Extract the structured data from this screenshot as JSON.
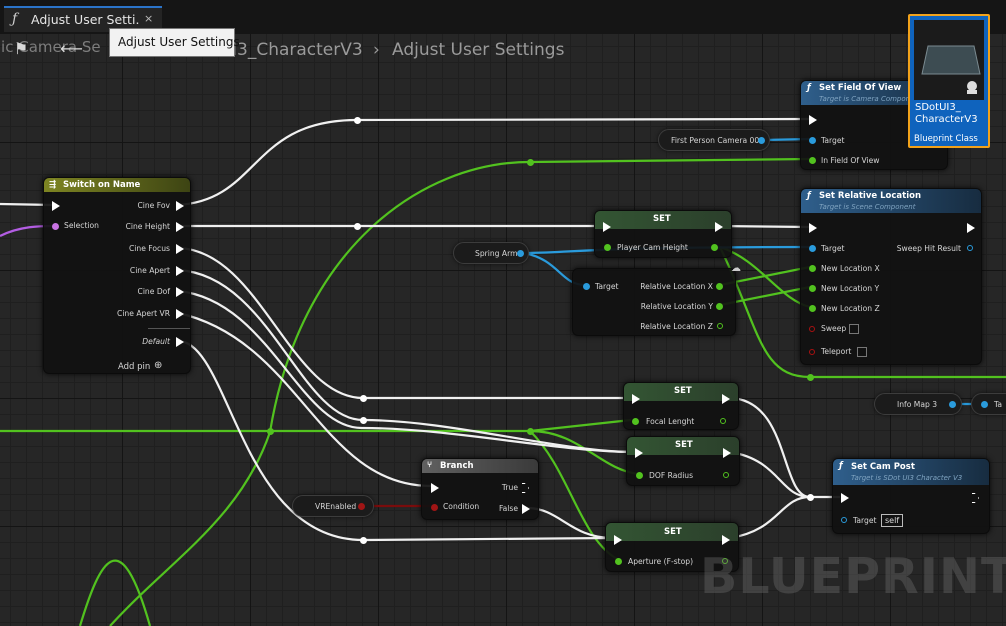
{
  "tab": {
    "icon": "function-icon",
    "title": "Adjust User Setti…",
    "close": "×"
  },
  "tooltip": "Adjust User Settings",
  "breadcrumb": {
    "partial": ":ic Camera Se",
    "class": "I3_CharacterV3",
    "sep": "›",
    "graph": "Adjust User Settings"
  },
  "asset": {
    "name": "SDotUI3_ CharacterV3",
    "type": "Blueprint Class"
  },
  "watermark": "BLUEPRINT",
  "nodes": {
    "switch": {
      "title": "Switch on Name",
      "selection": "Selection",
      "outputs": [
        "Cine Fov",
        "Cine Height",
        "Cine Focus",
        "Cine Apert",
        "Cine Dof",
        "Cine Apert VR"
      ],
      "default": "Default",
      "add_pin": "Add pin"
    },
    "setfov": {
      "title": "Set Field Of View",
      "subtitle": "Target is Camera Component",
      "target": "Target",
      "fov": "In Field Of View"
    },
    "setrel": {
      "title": "Set Relative Location",
      "subtitle": "Target is Scene Component",
      "target": "Target",
      "x": "New Location X",
      "y": "New Location Y",
      "z": "New Location Z",
      "sweep": "Sweep",
      "teleport": "Teleport",
      "sweep_hit": "Sweep Hit Result"
    },
    "set1": {
      "title": "SET",
      "pin": "Player Cam Height"
    },
    "break": {
      "target": "Target",
      "x": "Relative Location X",
      "y": "Relative Location Y",
      "z": "Relative Location Z"
    },
    "set2": {
      "title": "SET",
      "pin": "Focal Lenght"
    },
    "set3": {
      "title": "SET",
      "pin": "DOF Radius"
    },
    "set4": {
      "title": "SET",
      "pin": "Aperture (F-stop)"
    },
    "branch": {
      "title": "Branch",
      "condition": "Condition",
      "true": "True",
      "false": "False"
    },
    "setcampost": {
      "title": "Set Cam Post",
      "subtitle": "Target is SDot UI3 Character V3",
      "target": "Target",
      "self": "self"
    }
  },
  "variables": {
    "camera": "First Person Camera 00",
    "spring": "Spring Arm",
    "infomap": "Info Map 3",
    "vr": "VREnabled",
    "partial": "Ta"
  }
}
